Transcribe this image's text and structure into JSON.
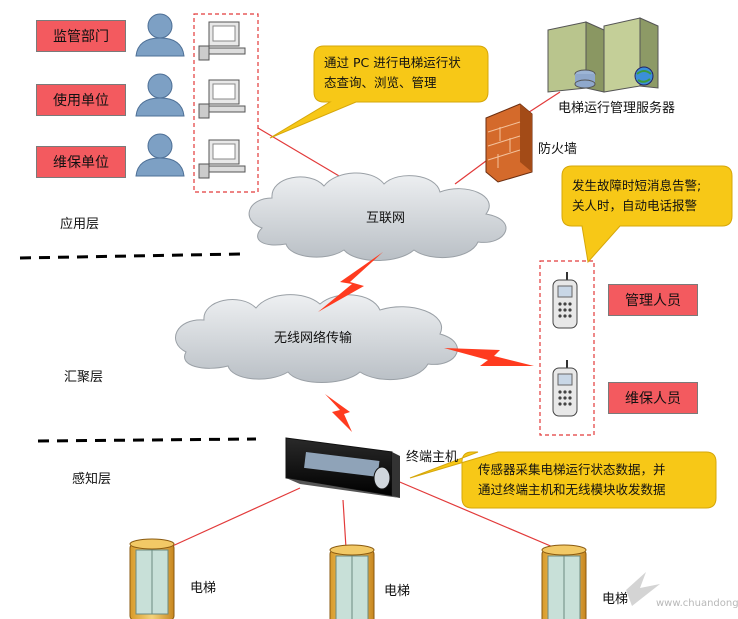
{
  "roles_top": [
    "监管部门",
    "使用单位",
    "维保单位"
  ],
  "roles_right": [
    "管理人员",
    "维保人员"
  ],
  "layers": {
    "application": "应用层",
    "aggregation": "汇聚层",
    "perception": "感知层"
  },
  "clouds": {
    "internet": "互联网",
    "wireless": "无线网络传输"
  },
  "server_label": "电梯运行管理服务器",
  "firewall_label": "防火墙",
  "terminal_label": "终端主机",
  "elevator_label": "电梯",
  "callouts": {
    "pc": [
      "通过 PC 进行电梯运行状",
      "态查询、浏览、管理"
    ],
    "alarm": [
      "发生故障时短消息告警;",
      "关人时，自动电话报警"
    ],
    "sensor": [
      "传感器采集电梯运行状态数据，并",
      "通过终端主机和无线模块收发数据"
    ]
  },
  "watermark": "www.chuandong.com",
  "colors": {
    "role_box": "#f35a5f",
    "callout": "#f7c817",
    "link_line": "#e23a3a",
    "cloud": "#d4d8dc"
  }
}
